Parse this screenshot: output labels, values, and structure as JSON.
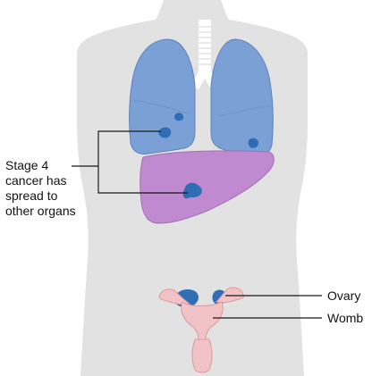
{
  "labels": {
    "stage_line1": "Stage 4",
    "stage_line2": "cancer has",
    "stage_line3": "spread to",
    "stage_line4": "other organs",
    "ovary": "Ovary",
    "womb": "Womb"
  },
  "colors": {
    "body": "#e2e2e2",
    "lung": "#7aa0d6",
    "lung_outline": "#5d83bd",
    "liver": "#c08ad0",
    "liver_outline": "#a56fb7",
    "tumor": "#2f6eb4",
    "reproductive": "#f2c3c6",
    "reproductive_outline": "#d99ba0",
    "trachea": "#ffffff",
    "leader": "#1a1a1a",
    "text": "#111111"
  }
}
